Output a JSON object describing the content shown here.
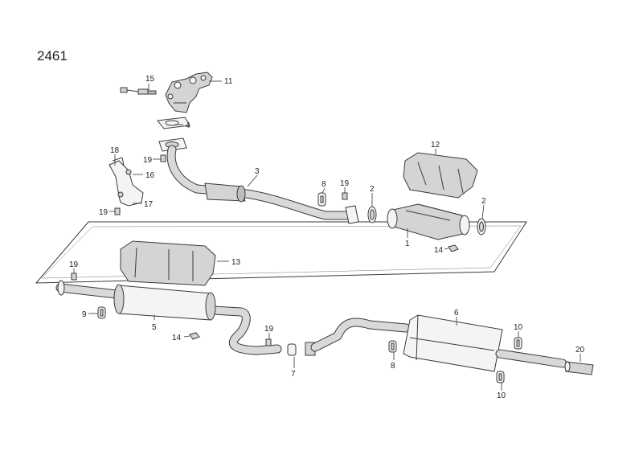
{
  "diagram": {
    "page_id": "2461",
    "callouts": {
      "c1": "1",
      "c2a": "2",
      "c2b": "2",
      "c3": "3",
      "c4": "4",
      "c5": "5",
      "c6": "6",
      "c7": "7",
      "c8a": "8",
      "c8b": "8",
      "c9": "9",
      "c10a": "10",
      "c10b": "10",
      "c11": "11",
      "c12": "12",
      "c13": "13",
      "c14a": "14",
      "c14b": "14",
      "c15": "15",
      "c16": "16",
      "c17": "17",
      "c18": "18",
      "c19a": "19",
      "c19b": "19",
      "c19c": "19",
      "c19d": "19",
      "c19e": "19",
      "c20": "20"
    }
  }
}
